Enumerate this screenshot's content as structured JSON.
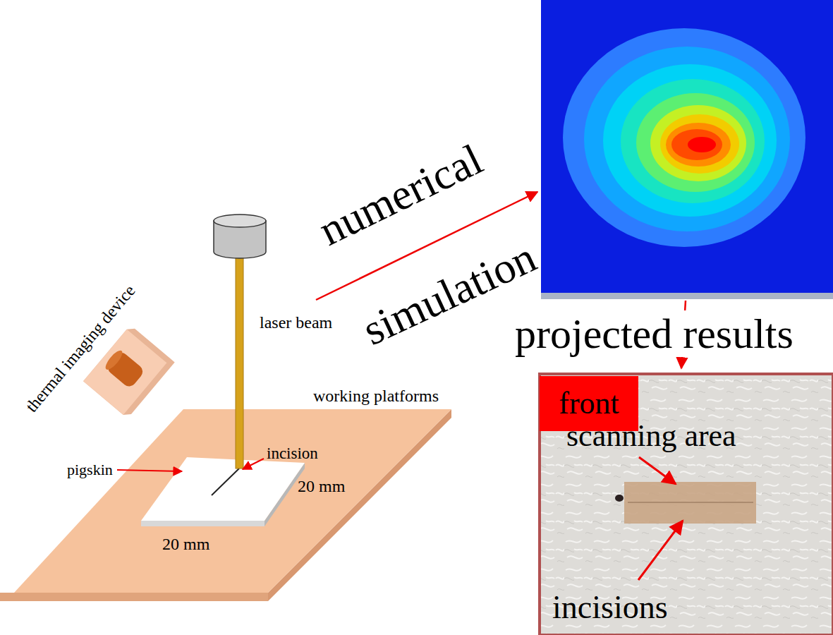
{
  "diagram": {
    "nodes": [
      {
        "text": [
          "front"
        ]
      }
    ],
    "labels": [
      "thermal imaging device",
      "laser beam",
      "working platforms",
      "pigskin",
      "incision",
      "20 mm",
      "20 mm",
      "numerical",
      "simulation",
      "projected results",
      "scanning area",
      "incisions"
    ]
  }
}
